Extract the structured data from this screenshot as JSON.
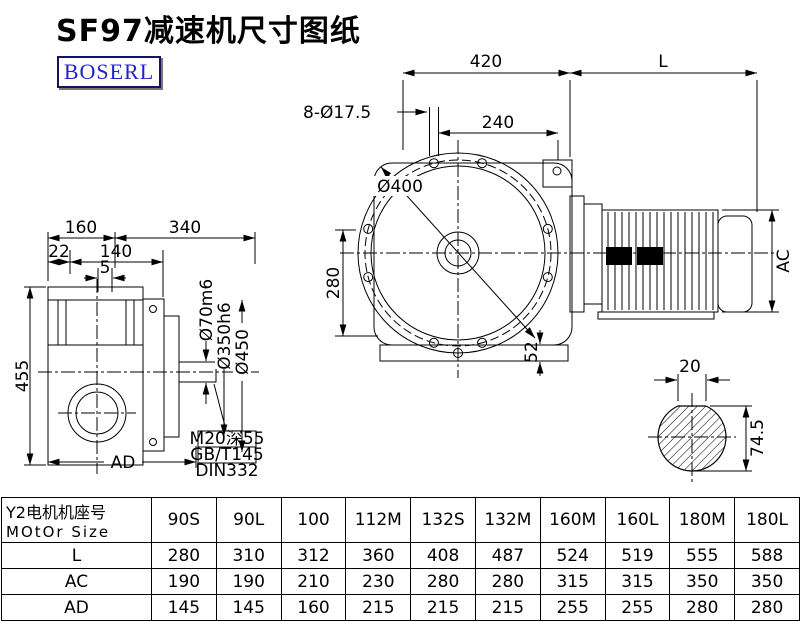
{
  "page": {
    "title": "SF97减速机尺寸图纸",
    "brand": "BOSERL"
  },
  "drawing": {
    "front_view": {
      "dim_420": "420",
      "dim_L": "L",
      "holes": "8-Ø17.5",
      "dim_240": "240",
      "dim_d400": "Ø400",
      "dim_280": "280",
      "dim_52": "52"
    },
    "motor": {
      "dim_AC": "AC"
    },
    "side_view": {
      "dim_160": "160",
      "dim_340": "340",
      "dim_22": "22",
      "dim_140": "140",
      "dim_5": "5",
      "dim_455": "455",
      "dim_AD": "AD",
      "dim_d70": "Ø70m6",
      "dim_d350": "Ø350h6",
      "dim_d450": "Ø450",
      "note_thread": "M20深55",
      "note_gb": "GB/T145",
      "note_din": "DIN332"
    },
    "shaft_section": {
      "dim_20": "20",
      "dim_745": "74.5"
    }
  },
  "table": {
    "header": {
      "line1": "Y2电机机座号",
      "line2": "MOtOr Size"
    },
    "columns": [
      "90S",
      "90L",
      "100",
      "112M",
      "132S",
      "132M",
      "160M",
      "160L",
      "180M",
      "180L"
    ],
    "rows": [
      {
        "label": "L",
        "values": [
          "280",
          "310",
          "312",
          "360",
          "408",
          "487",
          "524",
          "519",
          "555",
          "588"
        ]
      },
      {
        "label": "AC",
        "values": [
          "190",
          "190",
          "210",
          "230",
          "280",
          "280",
          "315",
          "315",
          "350",
          "350"
        ]
      },
      {
        "label": "AD",
        "values": [
          "145",
          "145",
          "160",
          "215",
          "215",
          "215",
          "255",
          "255",
          "280",
          "280"
        ]
      }
    ]
  }
}
